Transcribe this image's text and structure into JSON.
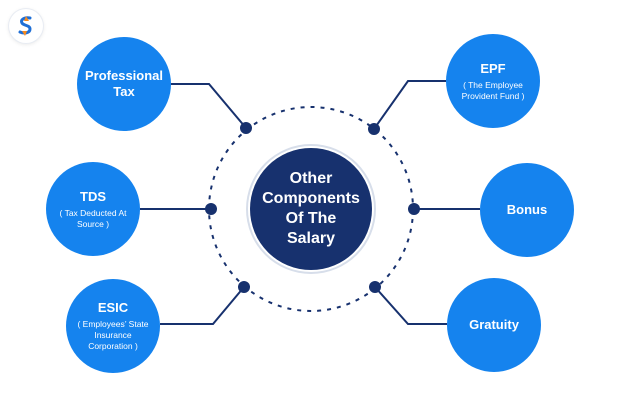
{
  "center": {
    "title": "Other Components Of The Salary"
  },
  "components": {
    "professional_tax": {
      "title": "Professional Tax"
    },
    "tds": {
      "title": "TDS",
      "subtitle": "( Tax Deducted At Source )"
    },
    "esic": {
      "title": "ESIC",
      "subtitle": "( Employees’ State Insurance Corporation )"
    },
    "epf": {
      "title": "EPF",
      "subtitle": "( The Employee Provident Fund )"
    },
    "bonus": {
      "title": "Bonus"
    },
    "gratuity": {
      "title": "Gratuity"
    }
  },
  "colors": {
    "center_fill": "#17316e",
    "node_fill": "#1583ee",
    "connector": "#17316e",
    "logo_orange": "#f58a1f",
    "logo_blue": "#1f6fd6"
  },
  "icons": {
    "logo": "brand-logo-icon"
  }
}
